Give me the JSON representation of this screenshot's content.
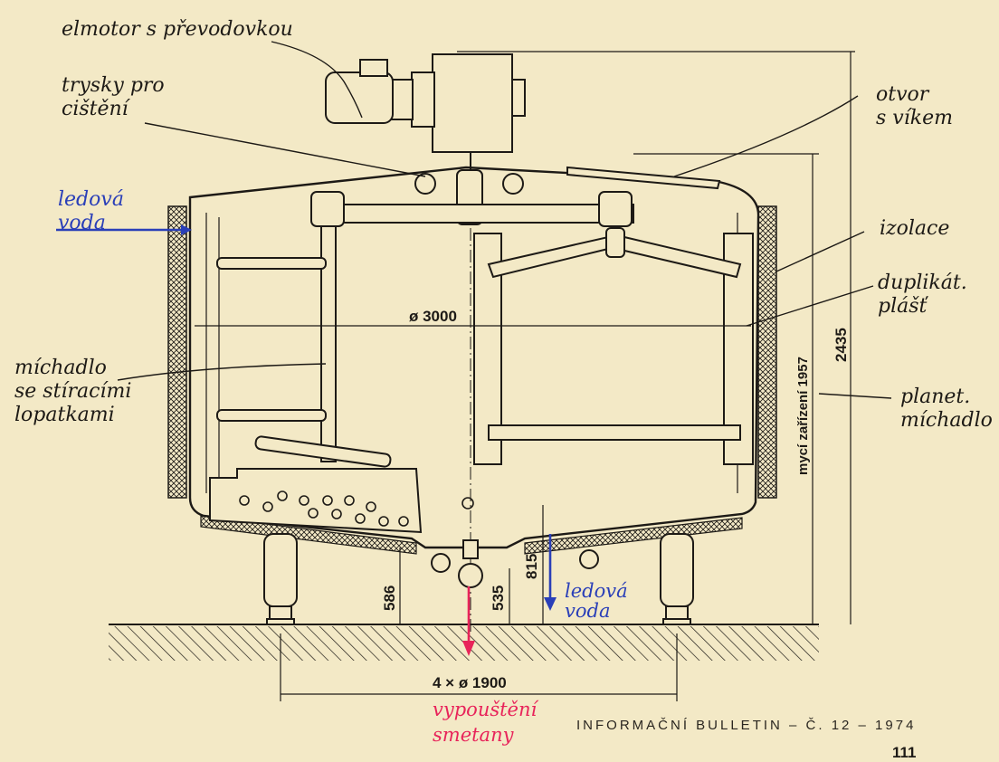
{
  "labels": {
    "motor": "elmotor s převodovkou",
    "nozzles": "trysky pro\ncištění",
    "lid": "otvor\ns víkem",
    "ice_water_left": "ledová\nvoda",
    "insulation": "izolace",
    "jacket": "duplikát.\nplášť",
    "stirrer": "míchadlo\nse stíracími\nlopatkami",
    "planet_stirrer": "planet.\nmíchadlo",
    "ice_water_bottom": "ledová\nvoda",
    "discharge": "vypouštění\nsmetany"
  },
  "dimensions": {
    "diameter": "ø 3000",
    "height_total": "2435",
    "washer": "mycí zařízení 1957",
    "h586": "586",
    "h535": "535",
    "h815": "815",
    "legs": "4 × ø 1900"
  },
  "footer": {
    "bulletin": "INFORMAČNÍ BULLETIN – Č. 12 – 1974",
    "page": "111"
  },
  "colors": {
    "ink": "#1d1a16",
    "paper": "#f3e9c6",
    "blue": "#2a3fb8",
    "red": "#e8245a"
  }
}
